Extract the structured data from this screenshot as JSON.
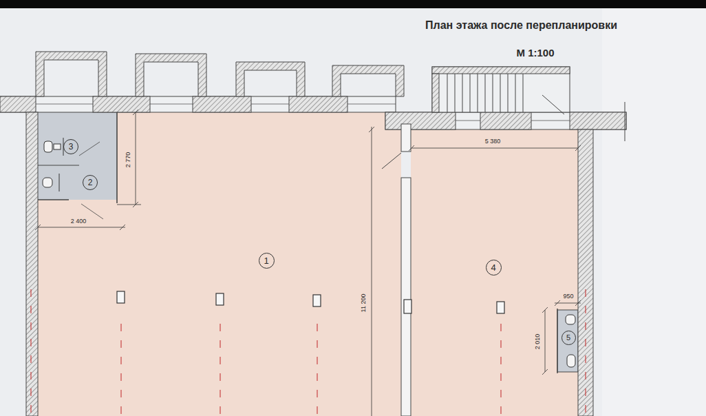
{
  "diagram": {
    "title": "План этажа после перепланировки",
    "nodes": [
      {
        "text": [
          "3"
        ]
      },
      {
        "text": [
          "2"
        ]
      },
      {
        "text": [
          "1"
        ]
      },
      {
        "text": [
          "4"
        ]
      },
      {
        "text": [
          "5"
        ]
      }
    ],
    "labels": [
      "М 1:100",
      "2 770",
      "5 380",
      "2 400",
      "11 200",
      "950",
      "2 010"
    ]
  }
}
